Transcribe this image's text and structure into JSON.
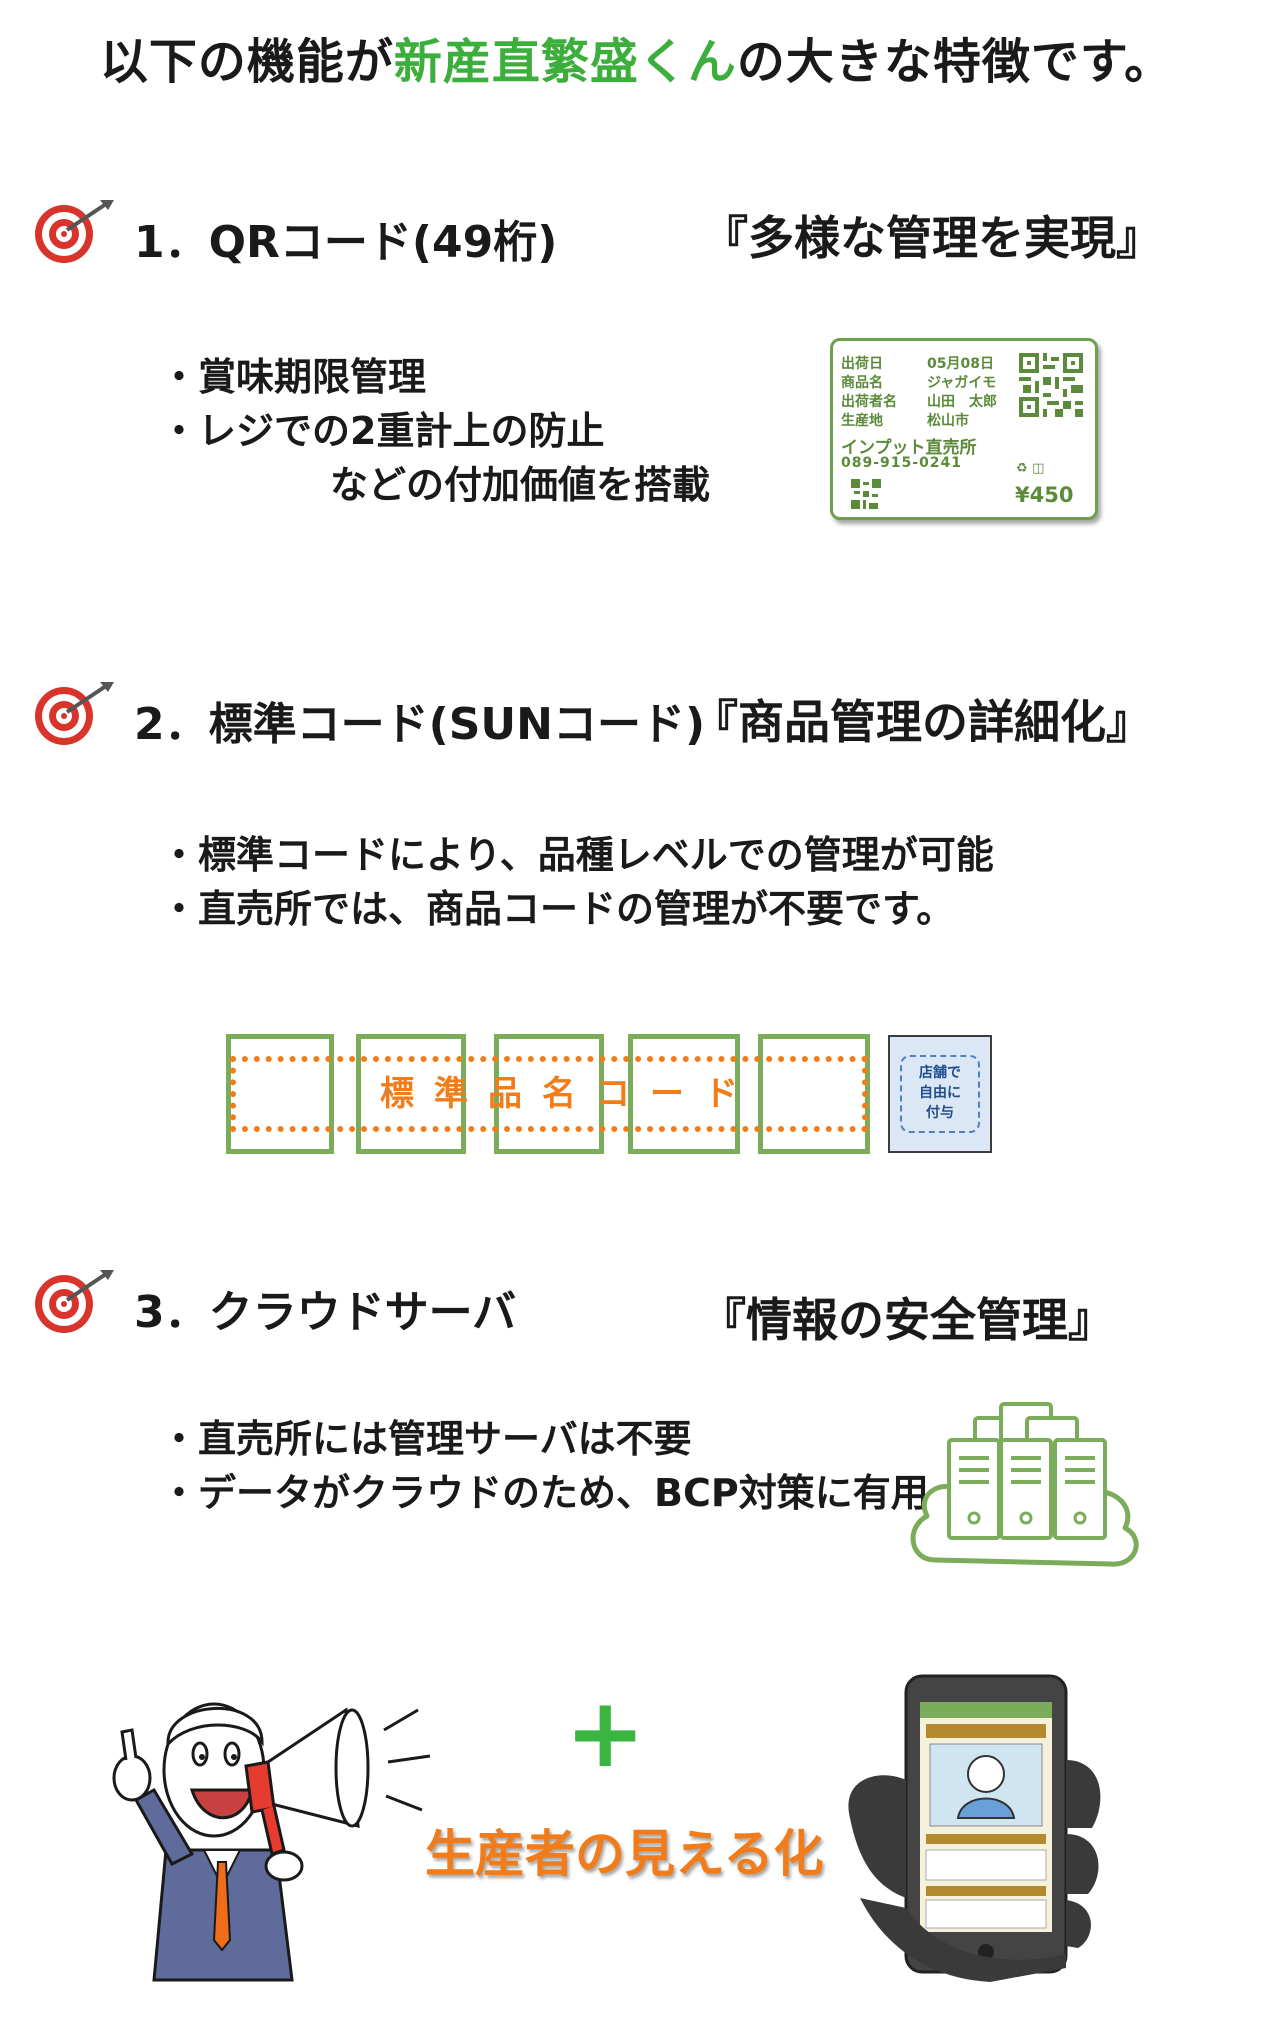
{
  "headline": {
    "before": "以下の機能が",
    "highlight": "新産直繁盛くん",
    "after": "の大きな特徴です。"
  },
  "sections": [
    {
      "title": "1．QRコード(49桁)",
      "quote": "『多様な管理を実現』",
      "bullets": [
        "・賞味期限管理",
        "・レジでの2重計上の防止",
        "などの付加価値を搭載"
      ]
    },
    {
      "title": "2．標準コード(SUNコード)",
      "quote": "『商品管理の詳細化』",
      "bullets": [
        "・標準コードにより、品種レベルでの管理が可能",
        "・直売所では、商品コードの管理が不要です。"
      ]
    },
    {
      "title": "3．クラウドサーバ",
      "quote": "『情報の安全管理』",
      "bullets": [
        "・直売所には管理サーバは不要",
        "・データがクラウドのため、BCP対策に有用"
      ]
    }
  ],
  "qr_card": {
    "rows": [
      {
        "label": "出荷日",
        "value": "05月08日"
      },
      {
        "label": "商品名",
        "value": "ジャガイモ"
      },
      {
        "label": "出荷者名",
        "value": "山田　太郎"
      },
      {
        "label": "生産地",
        "value": "松山市"
      }
    ],
    "shop": "インプット直売所",
    "tel": "089-915-0241",
    "price": "¥450"
  },
  "code_diagram": {
    "label": "標準品名コード",
    "shop_note": [
      "店舗で",
      "自由に",
      "付与"
    ]
  },
  "bottom": {
    "plus": "+",
    "visible_text": "生産者の見える化"
  },
  "colors": {
    "accent_green": "#3cae3c",
    "orange": "#f27c19",
    "box_green": "#7aac59",
    "target_red": "#d9342b"
  }
}
